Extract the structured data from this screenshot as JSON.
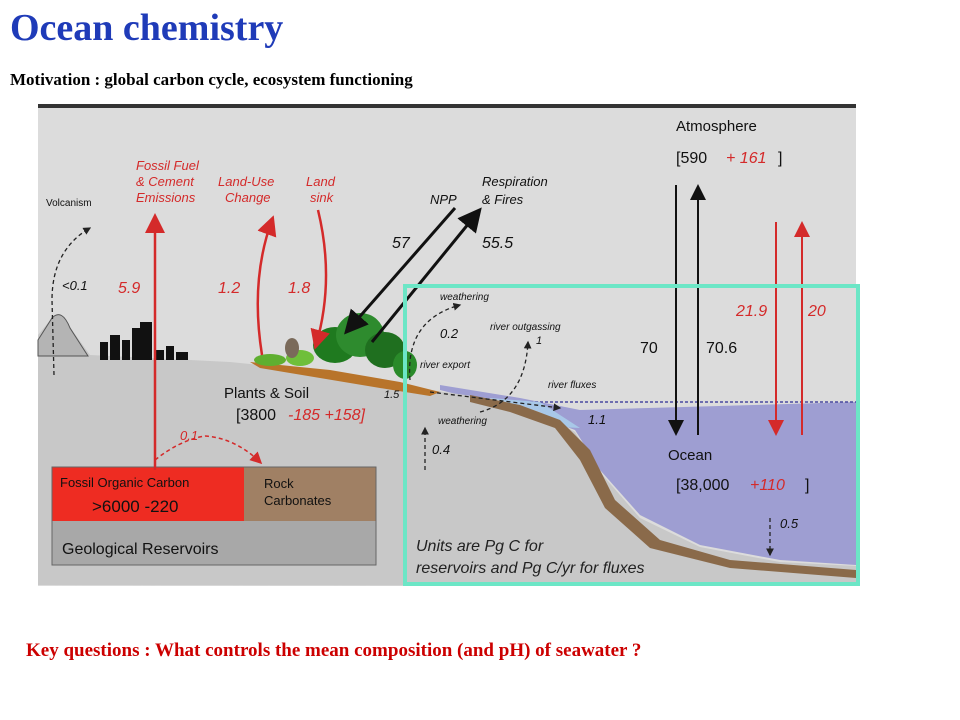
{
  "slide": {
    "title": "Ocean chemistry",
    "subtitle": "Motivation : global carbon cycle, ecosystem functioning",
    "question": "Key questions : What controls the mean composition (and pH) of seawater ?"
  },
  "diagram": {
    "atmosphere": {
      "label": "Atmosphere",
      "base": "[590",
      "delta": "+ 161",
      "close": "]"
    },
    "ocean": {
      "label": "Ocean",
      "base": "[38,000",
      "delta": "+110",
      "close": "]"
    },
    "plants_soil": {
      "label": "Plants & Soil",
      "base": "[3800",
      "delta": "-185 +158]"
    },
    "fossil": {
      "label": "Fossil Organic Carbon",
      "value": ">6000 -220"
    },
    "rock": {
      "line1": "Rock",
      "line2": "Carbonates"
    },
    "geological": "Geological Reservoirs",
    "units": {
      "line1": "Units are Pg C for",
      "line2": "reservoirs and Pg C/yr for fluxes"
    },
    "flux_labels": {
      "volcanism": "Volcanism",
      "fossil_l1": "Fossil Fuel",
      "fossil_l2": "& Cement",
      "fossil_l3": "Emissions",
      "landuse_l1": "Land-Use",
      "landuse_l2": "Change",
      "landsink_l1": "Land",
      "landsink_l2": "sink",
      "npp": "NPP",
      "resp_l1": "Respiration",
      "resp_l2": "& Fires",
      "weathering_top": "weathering",
      "river_outgassing": "river outgassing",
      "river_export": "river export",
      "river_fluxes": "river fluxes",
      "weathering_bottom": "weathering"
    },
    "flux_values": {
      "volcanism": "<0.1",
      "fossil": "5.9",
      "landuse": "1.2",
      "landsink": "1.8",
      "npp": "57",
      "resp": "55.5",
      "ocean_down": "70",
      "ocean_up": "70.6",
      "red_down": "21.9",
      "red_up": "20",
      "weathering_top": "0.2",
      "outgassing": "1",
      "plants_side": "1.5",
      "river_to_ocean": "1.1",
      "weathering_bottom": "0.4",
      "burial": "0.5",
      "rock_flux": "0.1"
    },
    "colors": {
      "red": "#d42a2a",
      "ocean": "#9e9ed2",
      "land": "#c8c8c8",
      "fossil_box": "#ee2c22",
      "rock_box": "#a08064",
      "highlight": "#6ce6c6"
    }
  }
}
